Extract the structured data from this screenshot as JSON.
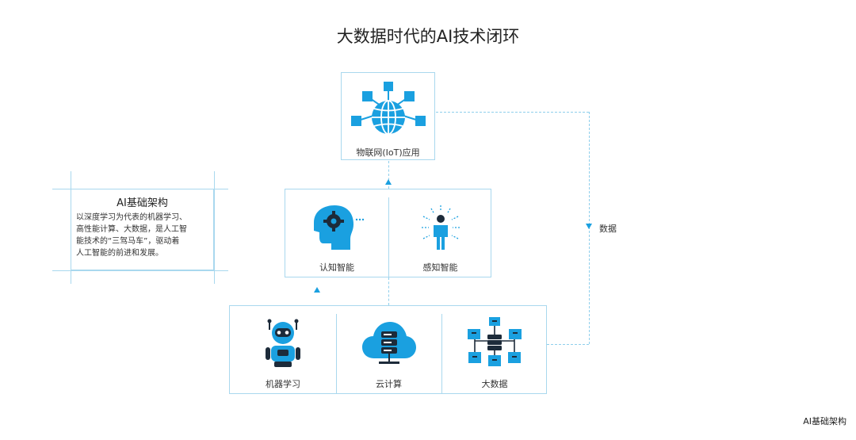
{
  "title": "大数据时代的AI技术闭环",
  "iot": {
    "label": "物联网(IoT)应用"
  },
  "intelligence": [
    {
      "label": "认知智能"
    },
    {
      "label": "感知智能"
    }
  ],
  "foundation": [
    {
      "label": "机器学习"
    },
    {
      "label": "云计算"
    },
    {
      "label": "大数据"
    }
  ],
  "loop": {
    "label": "数据"
  },
  "note": {
    "title": "AI基础架构",
    "lines": [
      "以深度学习为代表的机器学习、",
      "高性能计算、大数据，是人工智",
      "能技术的“三驾马车”，驱动着",
      "人工智能的前进和发展。"
    ]
  },
  "watermark": "AI基础架构",
  "colors": {
    "accent": "#1aa0e0",
    "border": "#a9d8ee",
    "icon_dark": "#1d2b3a"
  },
  "icons": {
    "iot": "network-globe-icon",
    "cognitive": "head-gear-icon",
    "perceptual": "person-senses-icon",
    "machine_learning": "robot-icon",
    "cloud": "cloud-server-icon",
    "big_data": "data-network-icon"
  }
}
